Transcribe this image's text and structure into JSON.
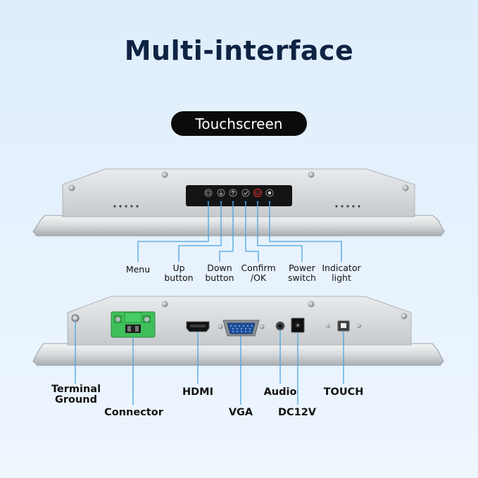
{
  "title": "Multi-interface",
  "badge": "Touchscreen",
  "top_panel": {
    "buttons": [
      {
        "icon": "menu-icon",
        "symbol": "≡"
      },
      {
        "icon": "down-arrow-icon",
        "symbol": "↓"
      },
      {
        "icon": "up-arrow-icon",
        "symbol": "↑"
      },
      {
        "icon": "check-icon",
        "symbol": "✓"
      },
      {
        "icon": "power-icon",
        "symbol": "⏻"
      },
      {
        "icon": "indicator-light-icon",
        "symbol": "●"
      }
    ],
    "labels": {
      "menu": "Menu",
      "up": "Up\nbutton",
      "down": "Down\nbutton",
      "confirm": "Confirm\n/OK",
      "power": "Power\nswitch",
      "indicator": "Indicator\nlight"
    }
  },
  "bottom_panel": {
    "labels": {
      "terminal_ground": "Terminal\nGround",
      "connector": "Connector",
      "hdmi": "HDMI",
      "vga": "VGA",
      "audio": "Audio",
      "dc": "DC12V",
      "touch": "TOUCH"
    }
  },
  "colors": {
    "title": "#0f2343",
    "leader_line": "#4aa3df",
    "panel_face": "#d6d9dc",
    "terminal_block": "#3fbf59"
  }
}
